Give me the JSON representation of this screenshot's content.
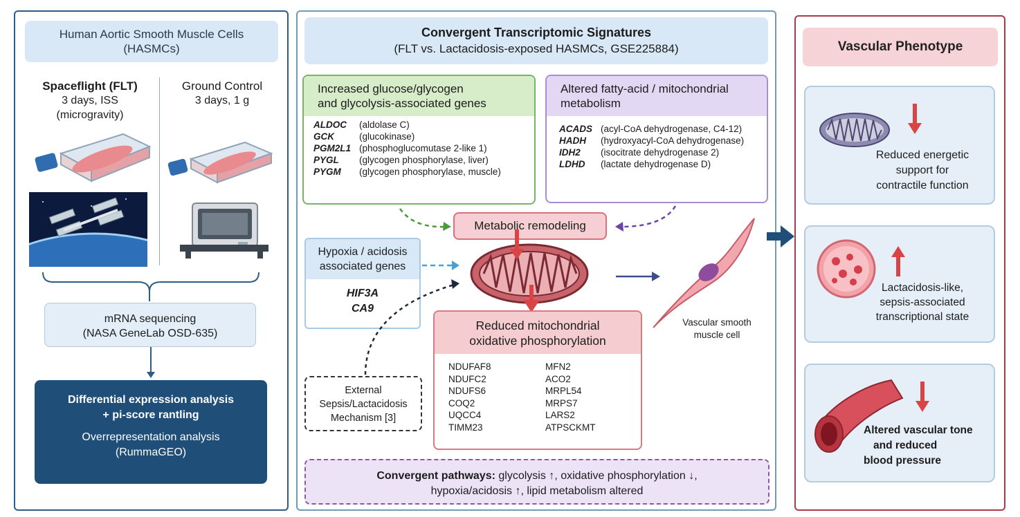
{
  "left": {
    "header": [
      "Human Aortic Smooth Muscle Cells",
      "(HASMCs)"
    ],
    "flt": {
      "title": "Spaceflight (FLT)",
      "lines": [
        "3 days, ISS",
        "(microgravity)"
      ]
    },
    "ground": {
      "title": "Ground Control",
      "lines": [
        "3 days, 1 g"
      ]
    },
    "seq": [
      "mRNA sequencing",
      "(NASA GeneLab OSD-635)"
    ],
    "analysis": {
      "line1": "Differential expression analysis",
      "line2": "+ pi-score rantling",
      "line3": "Overrepresentation analysis",
      "line4": "(RummaGEO)"
    }
  },
  "middle": {
    "title": "Convergent Transcriptomic Signatures",
    "subtitle": "(FLT vs. Lactacidosis-exposed HASMCs, GSE225884)",
    "glycolysis": {
      "title": [
        "Increased glucose/glycogen",
        "and glycolysis-associated genes"
      ],
      "genes": [
        {
          "gene": "ALDOC",
          "desc": "(aldolase C)"
        },
        {
          "gene": "GCK",
          "desc": "(glucokinase)"
        },
        {
          "gene": "PGM2L1",
          "desc": "(phosphoglucomutase 2-like 1)"
        },
        {
          "gene": "PYGL",
          "desc": "(glycogen phosphorylase, liver)"
        },
        {
          "gene": "PYGM",
          "desc": "(glycogen phosphorylase, muscle)"
        }
      ]
    },
    "fatty": {
      "title": [
        "Altered fatty-acid / mitochondrial",
        "metabolism"
      ],
      "genes": [
        {
          "gene": "ACADS",
          "desc": "(acyl-CoA dehydrogenase, C4-12)"
        },
        {
          "gene": "HADH",
          "desc": "(hydroxyacyl-CoA dehydrogenase)"
        },
        {
          "gene": "IDH2",
          "desc": "(isocitrate dehydrogenase 2)"
        },
        {
          "gene": "LDHD",
          "desc": "(lactate dehydrogenase D)"
        }
      ]
    },
    "remodeling": "Metabolic remodeling",
    "hypoxia": {
      "title": [
        "Hypoxia / acidosis",
        "associated genes"
      ],
      "genes": [
        "HIF3A",
        "CA9"
      ]
    },
    "external": [
      "External",
      "Sepsis/Lactacidosis",
      "Mechanism [3]"
    ],
    "oxphos": {
      "title": [
        "Reduced mitochondrial",
        "oxidative phosphorylation"
      ],
      "col1": [
        "NDUFAF8",
        "NDUFC2",
        "NDUFS6",
        "COQ2",
        "UQCC4",
        "TIMM23"
      ],
      "col2": [
        "MFN2",
        "ACO2",
        "MRPL54",
        "MRPS7",
        "LARS2",
        "ATPSCKMT"
      ]
    },
    "vsmc": [
      "Vascular smooth",
      "muscle cell"
    ],
    "pathways": {
      "lead": "Convergent pathways:",
      "line1": "glycolysis ↑, oxidative phosphorylation ↓,",
      "line2": "hypoxia/acidosis ↑, lipid metabolism altered"
    }
  },
  "right": {
    "title": "Vascular Phenotype",
    "items": [
      {
        "lines": [
          "Reduced energetic",
          "support for",
          "contractile function"
        ],
        "arrow": "down"
      },
      {
        "lines": [
          "Lactacidosis-like,",
          "sepsis-associated",
          "transcriptional state"
        ],
        "arrow": "up"
      },
      {
        "lines": [
          "Altered vascular tone",
          "and reduced",
          "blood pressure"
        ],
        "arrow": "down"
      }
    ]
  },
  "colors": {
    "navy": "#1f4e79",
    "green": "#5aa548",
    "purple": "#9b7bcf",
    "red": "#d94545",
    "maroon": "#a83a4a"
  }
}
